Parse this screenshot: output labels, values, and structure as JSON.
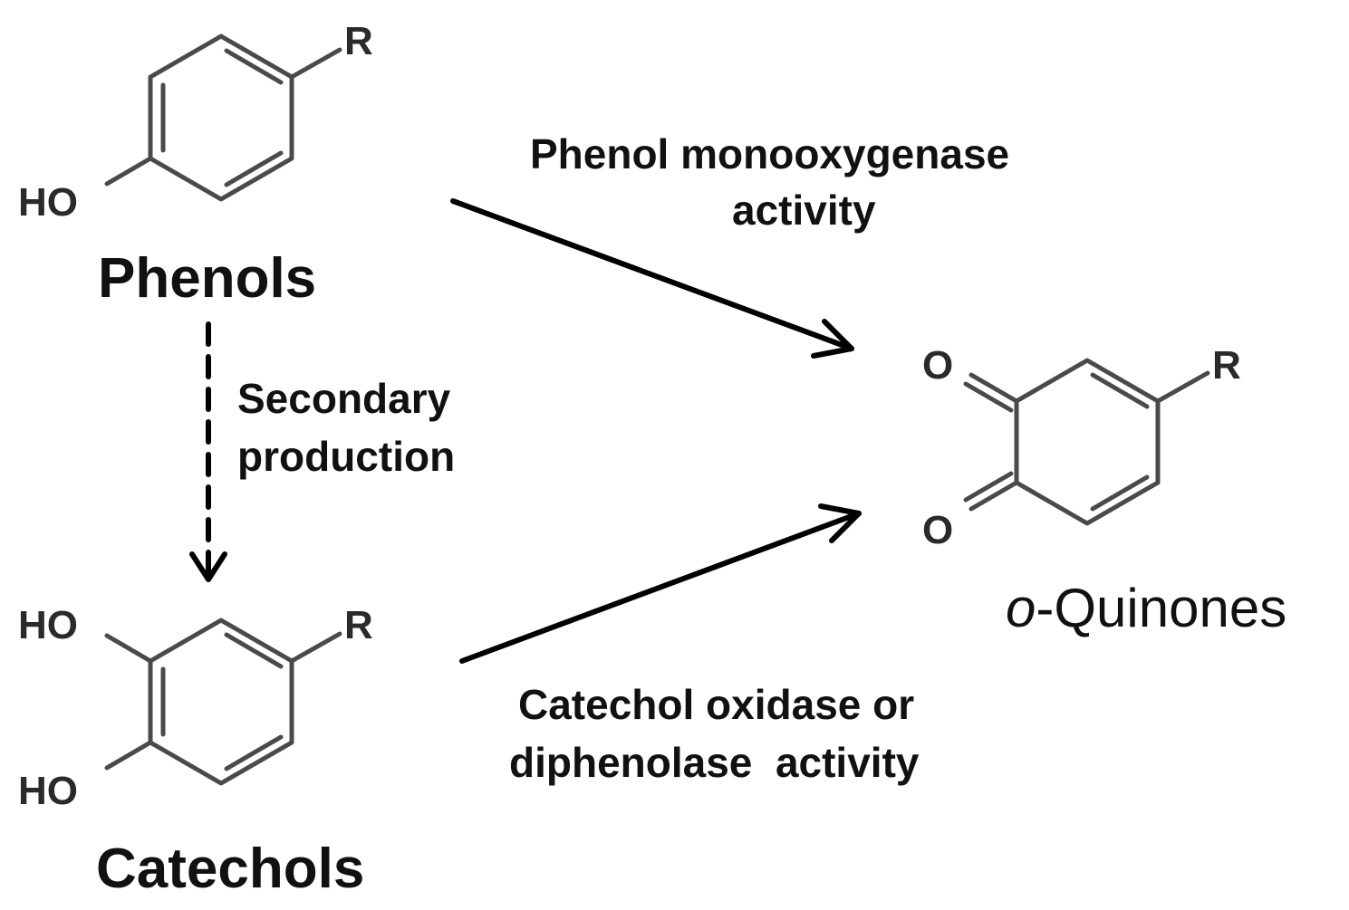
{
  "phenol": {
    "substituent": "R",
    "hydroxyl": "HO",
    "name": "Phenols"
  },
  "catechol": {
    "substituent": "R",
    "hydroxyl_top": "HO",
    "hydroxyl_bottom": "HO",
    "name": "Catechols"
  },
  "quinone": {
    "substituent": "R",
    "oxygen_top": "O",
    "oxygen_bottom": "O",
    "name_prefix": "o",
    "name_suffix": "-Quinones"
  },
  "reactions": {
    "phenol_to_quinone": {
      "line1": "Phenol monooxygenase",
      "line2": "activity"
    },
    "phenol_to_catechol": {
      "line1": "Secondary",
      "line2": "production"
    },
    "catechol_to_quinone": {
      "line1": "Catechol oxidase or",
      "line2": "diphenolase  activity"
    }
  }
}
